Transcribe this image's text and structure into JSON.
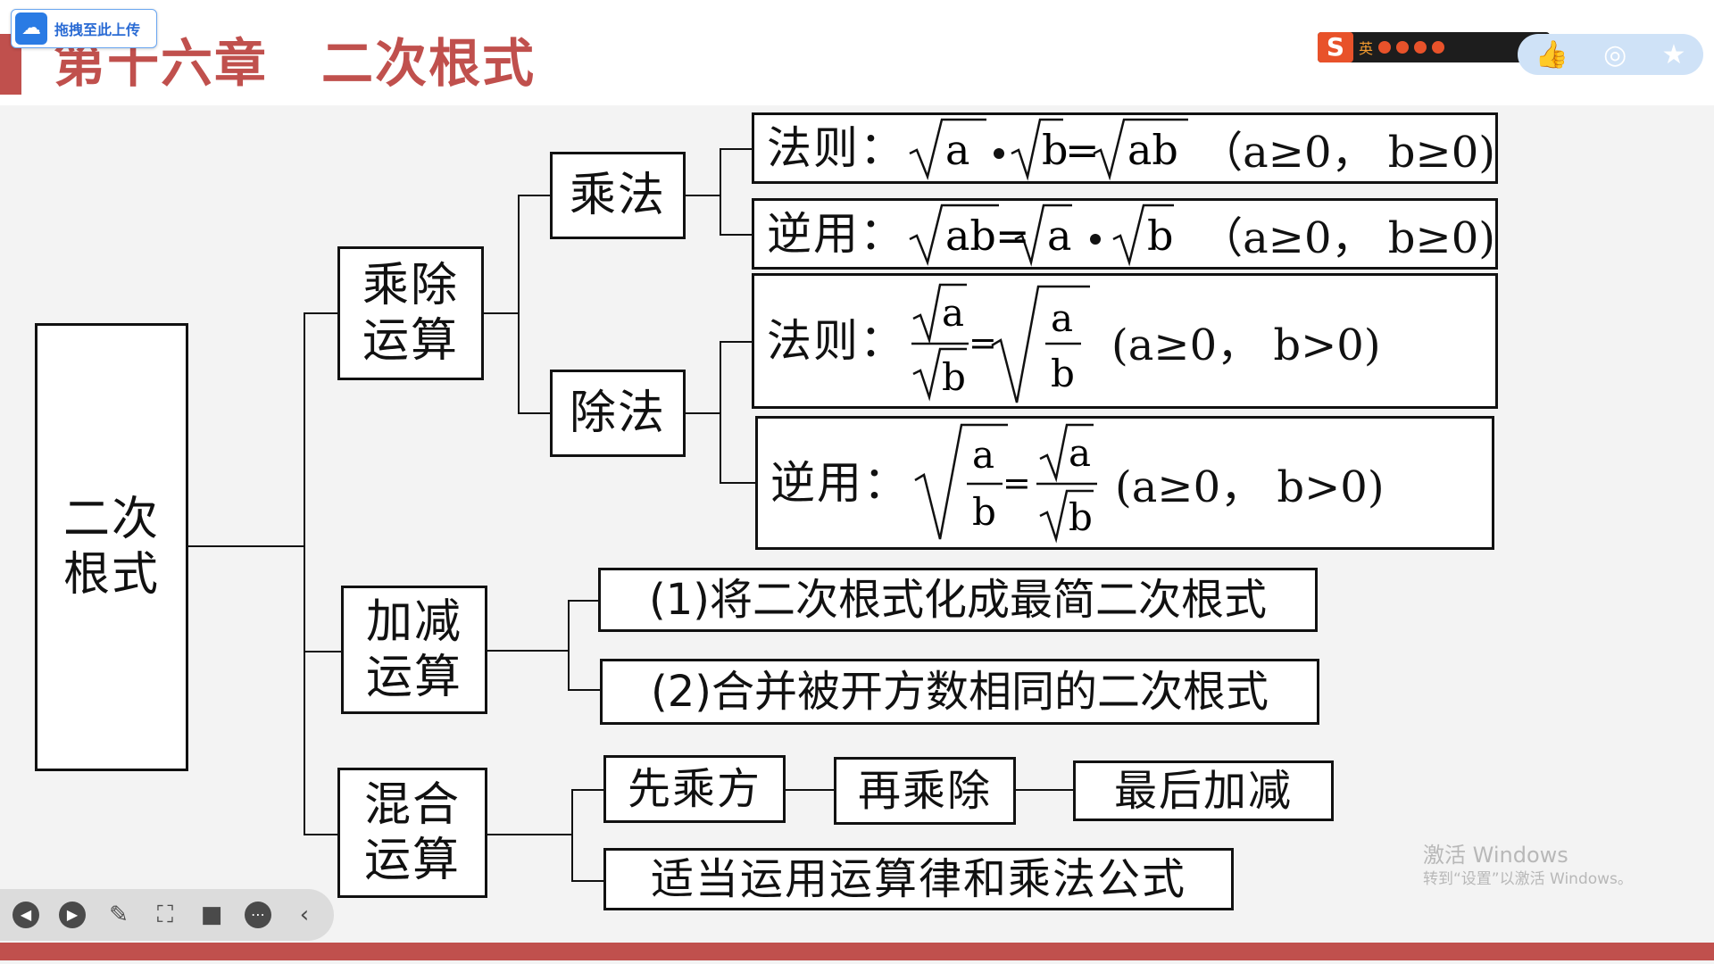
{
  "header": {
    "title": "第十六章　二次根式",
    "upload_label": "拖拽至此上传",
    "ime_label": "英"
  },
  "diagram": {
    "root": [
      "二次",
      "根式"
    ],
    "mul_div": [
      "乘除",
      "运算"
    ],
    "mul": "乘法",
    "div": "除法",
    "rule_label": "法则：",
    "inverse_label": "逆用：",
    "cond_ge": "（a≥0，  b≥0)",
    "cond_gt": "(a≥0，  b>0)",
    "add_sub": [
      "加减",
      "运算"
    ],
    "add_step1": "(1)将二次根式化成最简二次根式",
    "add_step2": "(2)合并被开方数相同的二次根式",
    "mixed": [
      "混合",
      "运算"
    ],
    "mixed_steps": [
      "先乘方",
      "再乘除",
      "最后加减"
    ],
    "mixed_note": "适当运用运算律和乘法公式"
  },
  "watermark": {
    "line1": "激活 Windows",
    "line2": "转到“设置”以激活 Windows。"
  },
  "colors": {
    "accent": "#c0504d",
    "ime": "#e8522a"
  }
}
